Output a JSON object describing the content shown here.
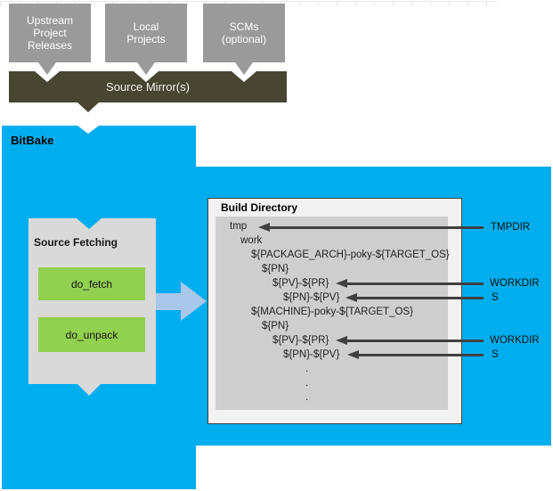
{
  "upstream_sources": {
    "boxes": [
      {
        "label": "Upstream\nProject\nReleases"
      },
      {
        "label": "Local\nProjects"
      },
      {
        "label": "SCMs\n(optional)"
      }
    ],
    "mirror_label": "Source Mirror(s)"
  },
  "bitbake": {
    "label": "BitBake"
  },
  "source_fetching": {
    "title": "Source Fetching",
    "tasks": [
      {
        "label": "do_fetch"
      },
      {
        "label": "do_unpack"
      }
    ]
  },
  "build_directory": {
    "title": "Build Directory",
    "tree": [
      {
        "text": "tmp",
        "level": 0
      },
      {
        "text": "work",
        "level": 1
      },
      {
        "text": "${PACKAGE_ARCH}-poky-${TARGET_OS}",
        "level": 2
      },
      {
        "text": "${PN}",
        "level": 3
      },
      {
        "text": "${PV}-${PR}",
        "level": 4
      },
      {
        "text": "${PN}-${PV}",
        "level": 5
      },
      {
        "text": "${MACHINE}-poky-${TARGET_OS}",
        "level": 2
      },
      {
        "text": "${PN}",
        "level": 3
      },
      {
        "text": "${PV}-${PR}",
        "level": 4
      },
      {
        "text": "${PN}-${PV}",
        "level": 5
      },
      {
        "text": ".",
        "level": "dots"
      },
      {
        "text": ".",
        "level": "dots"
      },
      {
        "text": ".",
        "level": "dots"
      }
    ]
  },
  "annotations": [
    {
      "label": "TMPDIR",
      "target": "tmp"
    },
    {
      "label": "WORKDIR",
      "target": "${PV}-${PR}"
    },
    {
      "label": "S",
      "target": "${PN}-${PV}"
    },
    {
      "label": "WORKDIR",
      "target": "${PV}-${PR}"
    },
    {
      "label": "S",
      "target": "${PN}-${PV}"
    }
  ],
  "colors": {
    "bitbake_blue": "#00AEEF",
    "task_green": "#92D050",
    "mirror_olive": "#484532",
    "source_box_gray": "#9A9A9A",
    "panel_gray": "#D9D9D9",
    "tree_panel_gray": "#CFCECE",
    "flow_arrow_blue": "#A9C7E8",
    "annotation_arrow_gray": "#404040"
  }
}
